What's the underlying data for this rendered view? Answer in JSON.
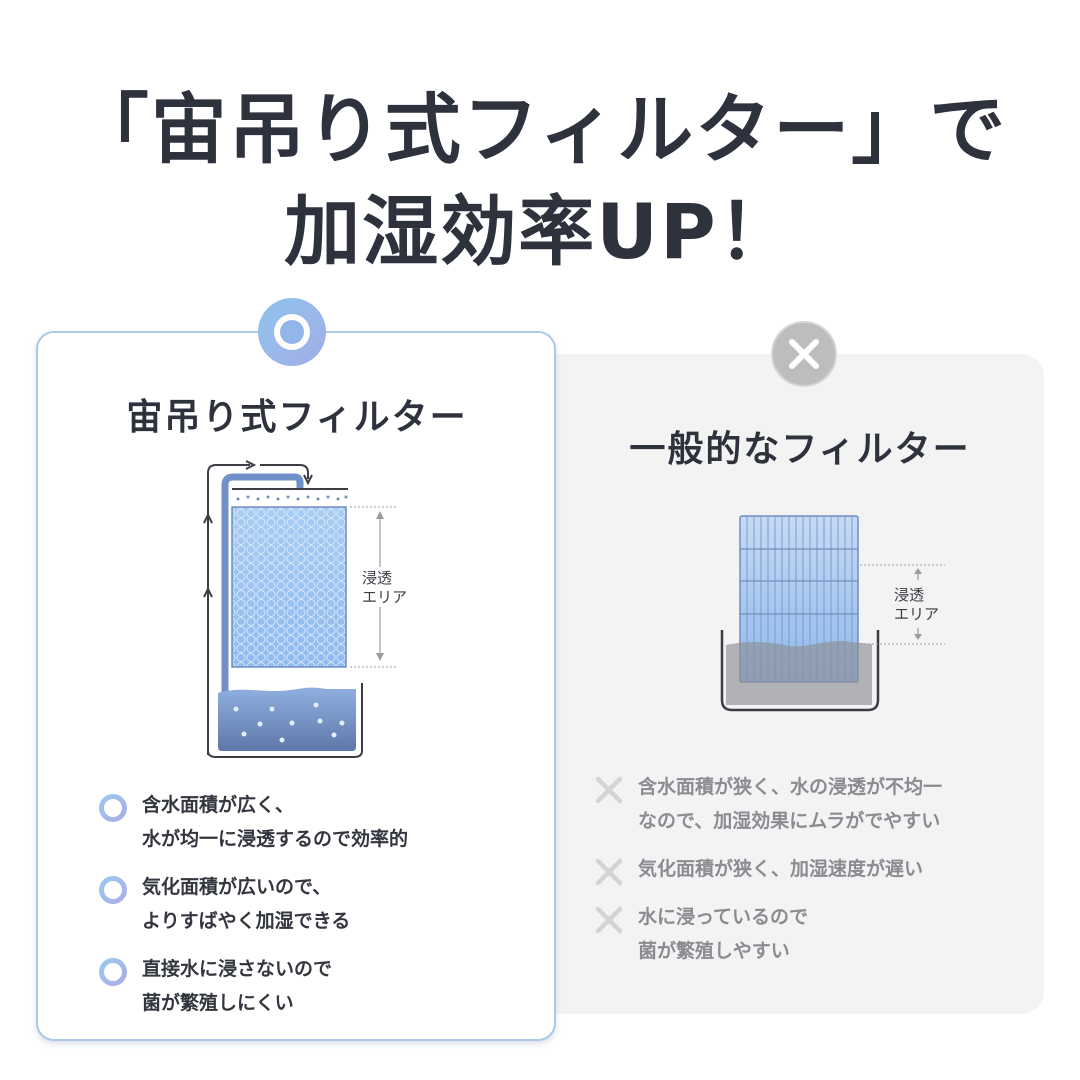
{
  "headline": {
    "line1": "「宙吊り式フィルター」で",
    "line2": "加湿効率UP！"
  },
  "hanging_filter": {
    "badge_icon": "double-circle-good-icon",
    "title": "宙吊り式フィルター",
    "diagram_label": "浸透\nエリア",
    "points": [
      {
        "icon": "circle-good-icon",
        "text": "含水面積が広く、\n水が均一に浸透するので効率的"
      },
      {
        "icon": "circle-good-icon",
        "text": "気化面積が広いので、\nよりすばやく加湿できる"
      },
      {
        "icon": "circle-good-icon",
        "text": "直接水に浸さないので\n菌が繁殖しにくい"
      }
    ]
  },
  "general_filter": {
    "badge_icon": "cross-bad-icon",
    "title": "一般的なフィルター",
    "diagram_label": "浸透\nエリア",
    "points": [
      {
        "icon": "cross-bad-icon",
        "text": "含水面積が狭く、水の浸透が不均一\nなので、加湿効果にムラがでやすい"
      },
      {
        "icon": "cross-bad-icon",
        "text": "気化面積が狭く、加湿速度が遅い"
      },
      {
        "icon": "cross-bad-icon",
        "text": "水に浸っているので\n菌が繁殖しやすい"
      }
    ]
  },
  "colors": {
    "title_text": "#2e323d",
    "good_accent": "#9ab8ea",
    "bad_accent": "#bdbdbd",
    "general_card_bg": "#f3f3f4",
    "hanging_card_border": "#a9c9e6"
  }
}
